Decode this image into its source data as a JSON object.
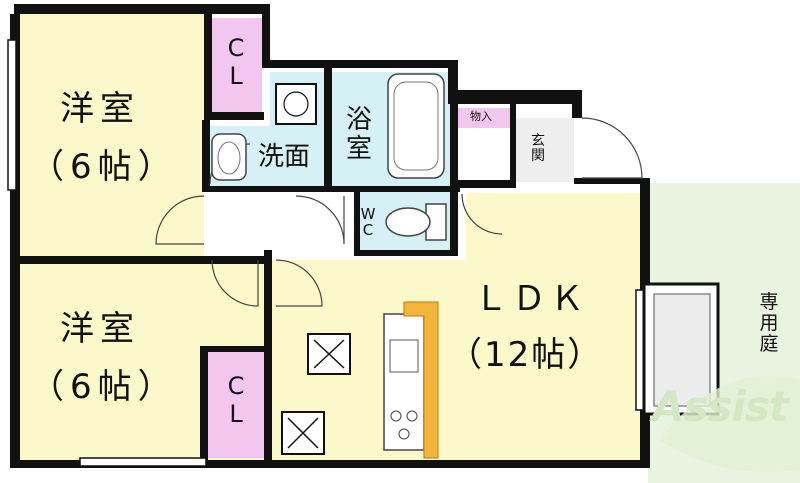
{
  "rooms": {
    "western_top": {
      "name": "洋室",
      "size": "（6帖）"
    },
    "western_bottom": {
      "name": "洋室",
      "size": "（6帖）"
    },
    "ldk": {
      "name": "ＬＤＫ",
      "size": "（12帖）"
    }
  },
  "closets": {
    "top": "C\nL",
    "bottom": "C\nL"
  },
  "wet_area": {
    "washroom": "洗面",
    "bath": "浴室",
    "toilet": "W\nC"
  },
  "entrance": {
    "storage": "物入",
    "genkan": "玄関"
  },
  "garden": {
    "label": "専用庭"
  },
  "logo": {
    "text": "Assist"
  },
  "colors": {
    "western_room": "#fbf9c9",
    "ldk": "#fbf9c9",
    "closet": "#f2c6ee",
    "wet_area": "#d6f1f6",
    "garden": "#e8f4e0",
    "wall": "#111111",
    "counter": "#f2b43a"
  }
}
